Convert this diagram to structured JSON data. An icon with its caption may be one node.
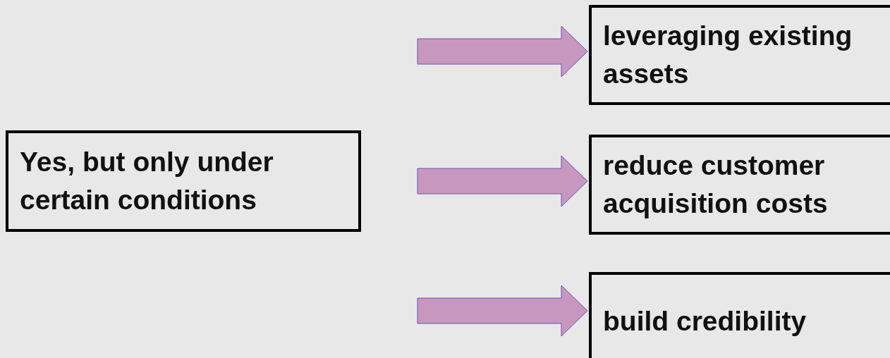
{
  "diagram": {
    "nodes": [
      {
        "text": [
          "Yes, but only under certain conditions"
        ]
      },
      {
        "text": [
          "leveraging existing assets"
        ]
      },
      {
        "text": [
          "reduce customer acquisition costs"
        ]
      },
      {
        "text": [
          "build credibility"
        ]
      }
    ],
    "edges": [
      {
        "from": null,
        "to": 1,
        "arrow": "to",
        "style": "thick",
        "color": "#c797c0"
      },
      {
        "from": null,
        "to": 2,
        "arrow": "to",
        "style": "thick",
        "color": "#c797c0"
      },
      {
        "from": null,
        "to": 3,
        "arrow": "to",
        "style": "thick",
        "color": "#c797c0"
      }
    ]
  }
}
